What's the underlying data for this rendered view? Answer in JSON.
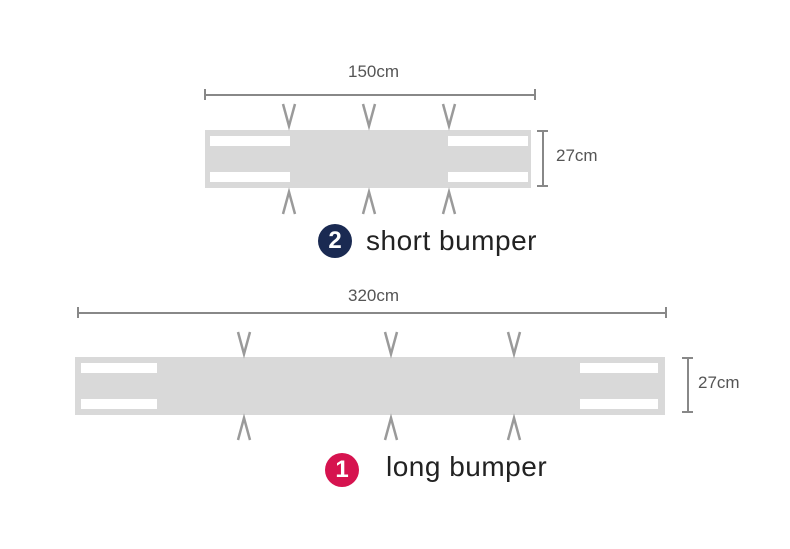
{
  "short_bumper": {
    "width_label": "150cm",
    "height_label": "27cm",
    "badge_number": "2",
    "caption": "short bumper",
    "badge_color": "#1a2a52"
  },
  "long_bumper": {
    "width_label": "320cm",
    "height_label": "27cm",
    "badge_number": "1",
    "caption": "long bumper",
    "badge_color": "#d6134f"
  },
  "colors": {
    "pad_fill": "#d9d9d9",
    "tie_stroke": "#9a9a9a",
    "dimension_line": "#888888"
  }
}
